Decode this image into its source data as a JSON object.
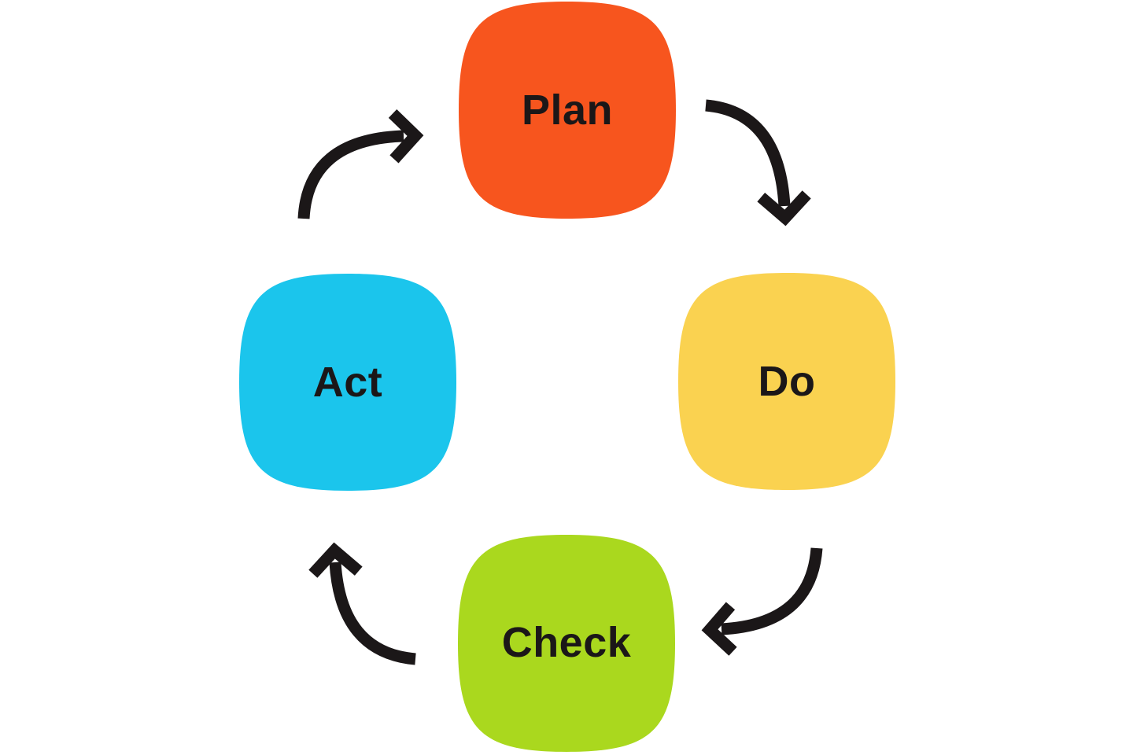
{
  "diagram": {
    "type": "cycle",
    "node_shape": "squircle"
  },
  "colors": {
    "background": "#FFFFFF",
    "arrow": "#1B1718",
    "label": "#1B1718"
  },
  "nodes": [
    {
      "id": "plan",
      "label": "Plan",
      "color": "#F7551E",
      "position": "top"
    },
    {
      "id": "do",
      "label": "Do",
      "color": "#FAD250",
      "position": "right"
    },
    {
      "id": "check",
      "label": "Check",
      "color": "#AAD81E",
      "position": "bottom"
    },
    {
      "id": "act",
      "label": "Act",
      "color": "#1BC5EC",
      "position": "left"
    }
  ],
  "arrows": [
    {
      "from": "Plan",
      "to": "Do"
    },
    {
      "from": "Do",
      "to": "Check"
    },
    {
      "from": "Check",
      "to": "Act"
    },
    {
      "from": "Act",
      "to": "Plan"
    }
  ]
}
